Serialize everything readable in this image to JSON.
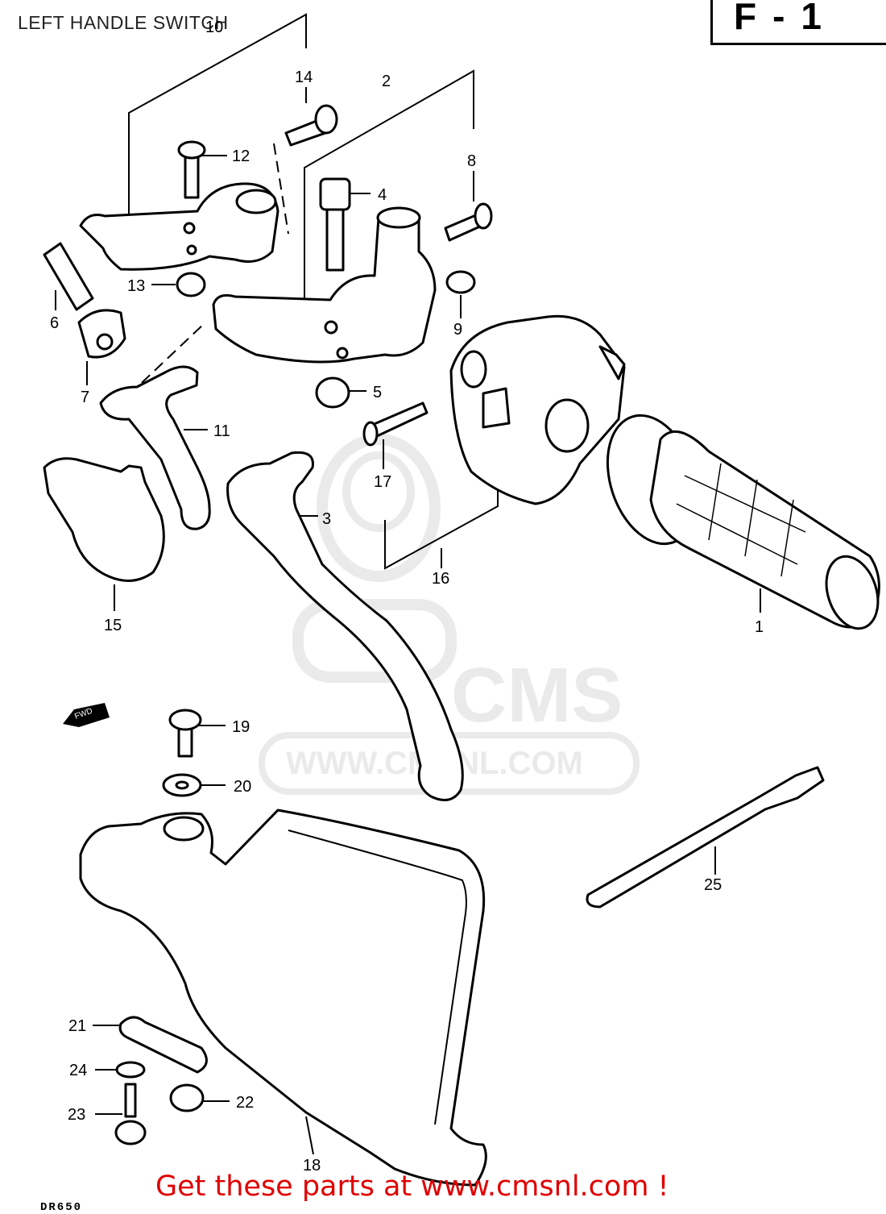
{
  "title": "LEFT HANDLE SWITCH",
  "figure_code": "F-1",
  "watermark": {
    "brand": "CMS",
    "url": "WWW.CMSNL.COM"
  },
  "fwd_label": "FWD",
  "footer": "Get these parts at www.cmsnl.com !",
  "bottom_code": "DR650",
  "callouts": [
    "1",
    "2",
    "3",
    "4",
    "5",
    "6",
    "7",
    "8",
    "9",
    "10",
    "11",
    "12",
    "13",
    "14",
    "15",
    "16",
    "17",
    "18",
    "19",
    "20",
    "21",
    "22",
    "23",
    "24",
    "25"
  ],
  "colors": {
    "footer": "#e00000",
    "line": "#000000",
    "watermark": "#d9d9d9"
  }
}
